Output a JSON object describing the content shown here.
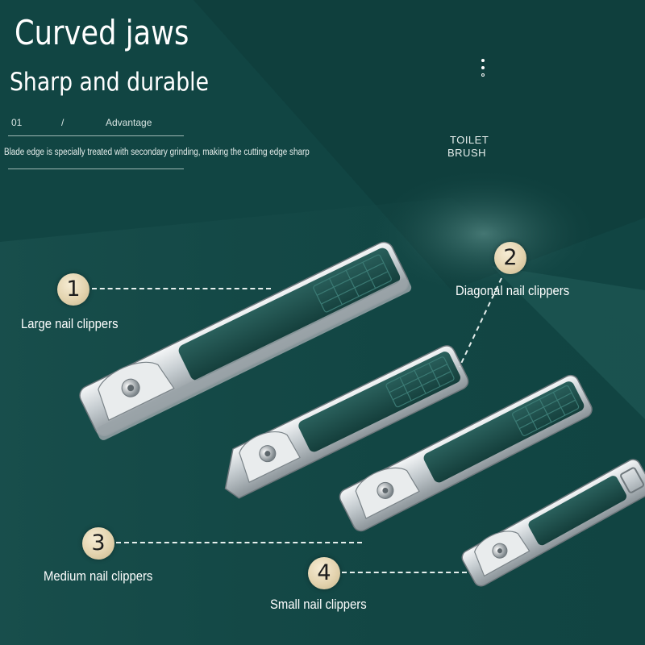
{
  "hero": {
    "headline": "Curved jaws",
    "subheadline": "Sharp and durable"
  },
  "advantage": {
    "index": "01",
    "separator": "/",
    "label": "Advantage",
    "description": "Blade edge is specially treated with secondary grinding, making the cutting edge sharp"
  },
  "corner_text": {
    "line1": "TOILET",
    "line2": "BRUSH"
  },
  "callouts": [
    {
      "number": "1",
      "label": "Large nail clippers"
    },
    {
      "number": "2",
      "label": "Diagonal nail clippers"
    },
    {
      "number": "3",
      "label": "Medium nail clippers"
    },
    {
      "number": "4",
      "label": "Small nail clippers"
    }
  ],
  "icons": {
    "menu": "vertical-dots-icon"
  },
  "colors": {
    "background": "#114543",
    "band_light": "#1d5855",
    "clipper_green": "#1c4a47",
    "steel": "#d8dde0",
    "badge_gold": "#e3d3ae",
    "text": "#ffffff"
  }
}
